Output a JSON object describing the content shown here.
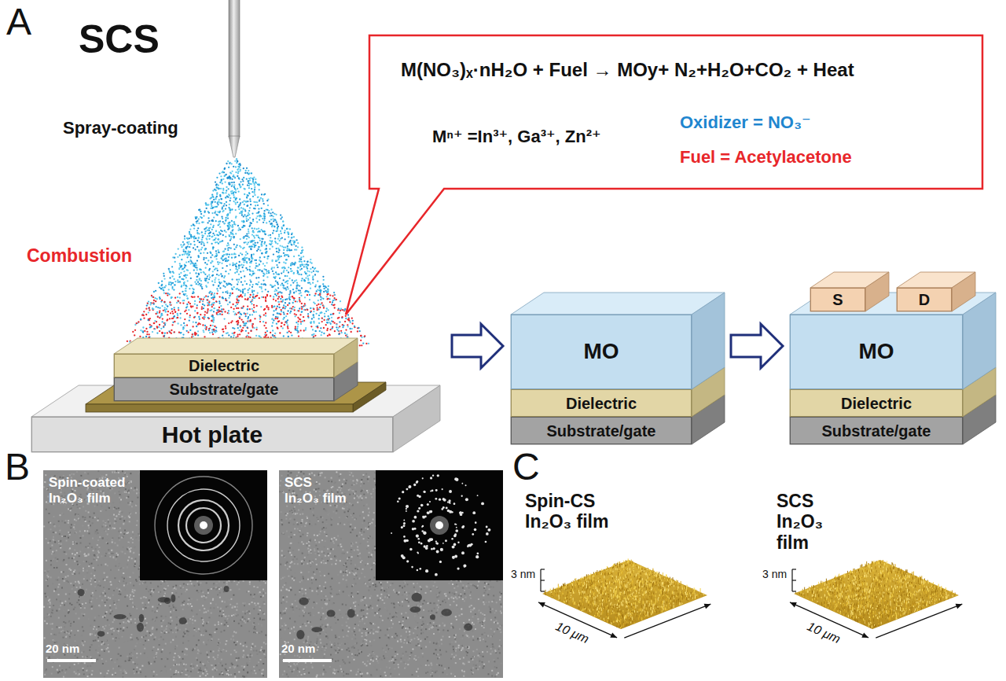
{
  "diagram": {
    "nodes": [
      {
        "text": [
          "M(NO₃)ₓ·nH₂O + Fuel → MOy+ N₂+H₂O+CO₂ + Heat",
          "Mⁿ⁺ =In³⁺, Ga³⁺, Zn²⁺",
          "Oxidizer = NO₃⁻",
          "Fuel = Acetylacetone"
        ]
      },
      {
        "text": [
          "Dielectric"
        ]
      },
      {
        "text": [
          "Substrate/gate"
        ]
      },
      {
        "text": [
          "Hot plate"
        ]
      },
      {
        "text": [
          "MO"
        ]
      },
      {
        "text": [
          "Dielectric"
        ]
      },
      {
        "text": [
          "Substrate/gate"
        ]
      },
      {
        "text": [
          "S"
        ]
      },
      {
        "text": [
          "D"
        ]
      },
      {
        "text": [
          "MO"
        ]
      },
      {
        "text": [
          "Dielectric"
        ]
      },
      {
        "text": [
          "Substrate/gate"
        ]
      }
    ],
    "labels": [
      "A",
      "SCS",
      "Spray-coating",
      "Combustion",
      "B",
      "Spin-coated In₂O₃ film",
      "20 nm",
      "SCS In₂O₃ film",
      "20 nm",
      "C",
      "Spin-CS In₂O₃ film",
      "3 nm",
      "10 μm",
      "SCS In₂O₃ film",
      "3 nm",
      "10 μm"
    ]
  }
}
